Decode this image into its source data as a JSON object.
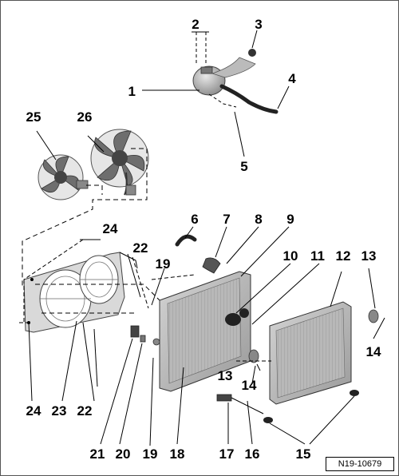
{
  "reference_code": "N19-10679",
  "callouts": [
    {
      "id": "c1",
      "text": "1"
    },
    {
      "id": "c2",
      "text": "2"
    },
    {
      "id": "c3",
      "text": "3"
    },
    {
      "id": "c4",
      "text": "4"
    },
    {
      "id": "c5",
      "text": "5"
    },
    {
      "id": "c6",
      "text": "6"
    },
    {
      "id": "c7",
      "text": "7"
    },
    {
      "id": "c8",
      "text": "8"
    },
    {
      "id": "c9",
      "text": "9"
    },
    {
      "id": "c10",
      "text": "10"
    },
    {
      "id": "c11",
      "text": "11"
    },
    {
      "id": "c12",
      "text": "12"
    },
    {
      "id": "c13a",
      "text": "13"
    },
    {
      "id": "c13b",
      "text": "13"
    },
    {
      "id": "c14a",
      "text": "14"
    },
    {
      "id": "c14b",
      "text": "14"
    },
    {
      "id": "c15",
      "text": "15"
    },
    {
      "id": "c16",
      "text": "16"
    },
    {
      "id": "c17",
      "text": "17"
    },
    {
      "id": "c18",
      "text": "18"
    },
    {
      "id": "c19a",
      "text": "19"
    },
    {
      "id": "c19b",
      "text": "19"
    },
    {
      "id": "c20",
      "text": "20"
    },
    {
      "id": "c21",
      "text": "21"
    },
    {
      "id": "c22a",
      "text": "22"
    },
    {
      "id": "c22b",
      "text": "22"
    },
    {
      "id": "c23",
      "text": "23"
    },
    {
      "id": "c24a",
      "text": "24"
    },
    {
      "id": "c24b",
      "text": "24"
    },
    {
      "id": "c25",
      "text": "25"
    },
    {
      "id": "c26",
      "text": "26"
    }
  ]
}
